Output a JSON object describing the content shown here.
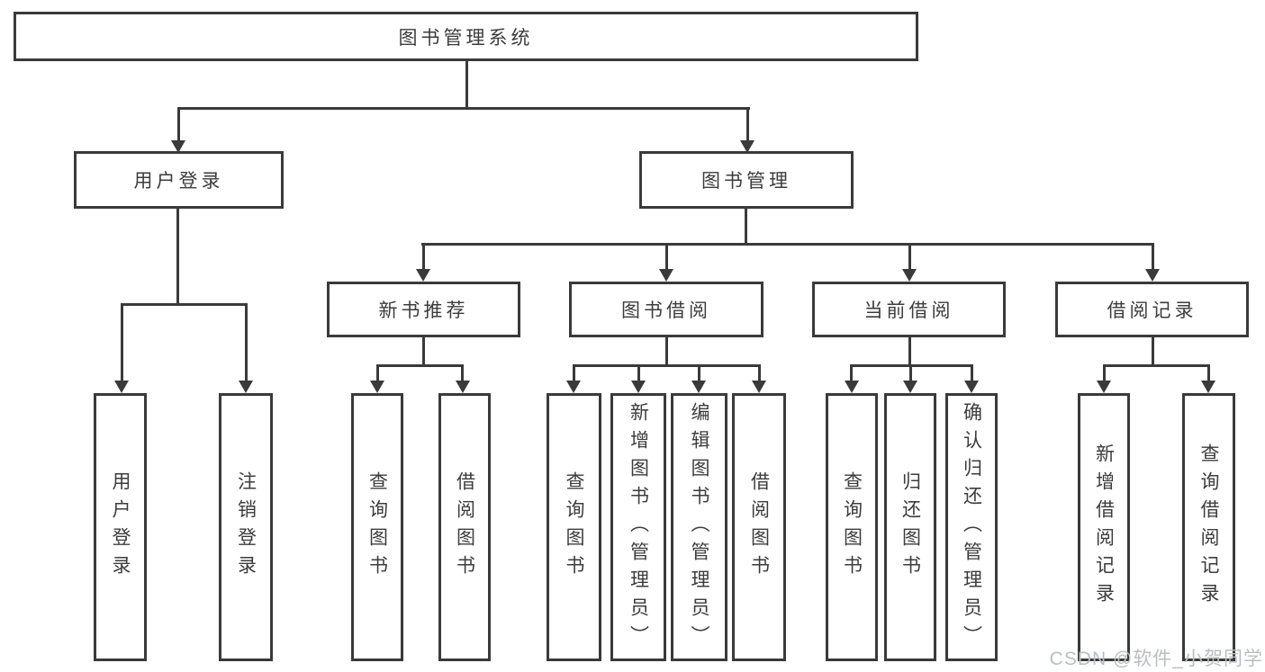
{
  "colors": {
    "line": "#3a3a3a",
    "text": "#3c3c3c",
    "watermark_color": "#b9bdc4",
    "background": "#ffffff"
  },
  "watermark": {
    "text": "CSDN @软件_小贺同学"
  },
  "tree": {
    "root": {
      "label": "图书管理系统"
    },
    "level2": [
      {
        "label": "用户登录",
        "children": [
          {
            "label": "用户登录"
          },
          {
            "label": "注销登录"
          }
        ]
      },
      {
        "label": "图书管理",
        "children": [
          {
            "label": "新书推荐",
            "children": [
              {
                "label": "查询图书"
              },
              {
                "label": "借阅图书"
              }
            ]
          },
          {
            "label": "图书借阅",
            "children": [
              {
                "label": "查询图书"
              },
              {
                "label": "新增图书（管理员）"
              },
              {
                "label": "编辑图书（管理员）"
              },
              {
                "label": "借阅图书"
              }
            ]
          },
          {
            "label": "当前借阅",
            "children": [
              {
                "label": "查询图书"
              },
              {
                "label": "归还图书"
              },
              {
                "label": "确认归还（管理员）"
              }
            ]
          },
          {
            "label": "借阅记录",
            "children": [
              {
                "label": "新增借阅记录"
              },
              {
                "label": "查询借阅记录"
              }
            ]
          }
        ]
      }
    ]
  }
}
